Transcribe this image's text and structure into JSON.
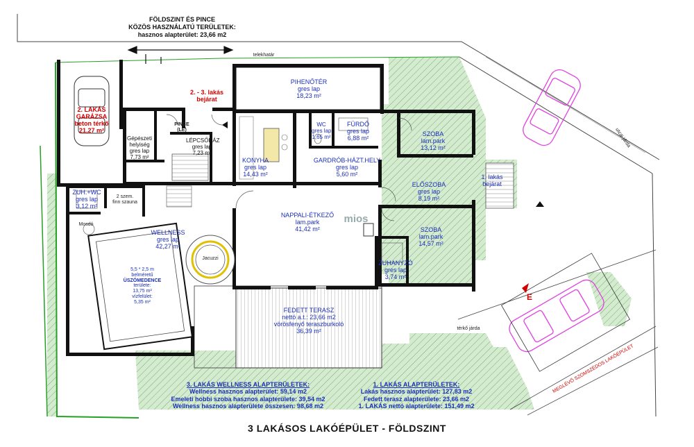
{
  "header": {
    "line1": "FÖLDSZINT ÉS PINCE",
    "line2": "KÖZÖS HASZNÁLATÚ TERÜLETEK:",
    "line3": "hasznos alapterület: 23,66 m2"
  },
  "misc": {
    "telekhatar": "telekhatár",
    "terko_jarda": "térkő járda",
    "utcai_jarda": "utcai járda",
    "neighbour": "MEGLÉVŐ SZOMSZÉDOS LAKÓÉPÜLET",
    "watermark": "mios",
    "entrance_e": "E"
  },
  "rooms": {
    "garazs": [
      "2. LAKÁS",
      "GARÁZSA",
      "beton térkő",
      "21,27 m²"
    ],
    "entrance23": [
      "2. - 3. lakás",
      "bejárat"
    ],
    "pihenoter": [
      "PIHENŐTÉR",
      "gres lap",
      "18,23 m²"
    ],
    "pince": [
      "PINCE",
      "(LE)"
    ],
    "gepeszeti": [
      "Gépészeti",
      "helyiség",
      "gres lap",
      "7,73 m²"
    ],
    "lepcsohaz": [
      "LÉPCSŐHÁZ",
      "gres lap",
      "7,23 m²"
    ],
    "konyha": [
      "KONYHA",
      "gres lap",
      "14,43 m²"
    ],
    "wc": [
      "WC",
      "gres lap",
      "1,65 m²"
    ],
    "furdo": [
      "FÜRDŐ",
      "gres lap",
      "6,88 m²"
    ],
    "szoba1": [
      "SZOBA",
      "lam.park",
      "13,12 m²"
    ],
    "gardrob": [
      "GARDRÓB-HÁZT.HELY",
      "gres lap",
      "5,60 m²"
    ],
    "eloszoba": [
      "ELŐSZOBA",
      "gres lap",
      "8,19 m²"
    ],
    "entrance1": [
      "1. lakás",
      "bejárat"
    ],
    "zuh_wc": [
      "ZUH.+WC",
      "gres lap",
      "3,12 m²"
    ],
    "szauna": [
      "2 szem.",
      "finn szauna"
    ],
    "mosdo": [
      "Mosdó"
    ],
    "wellness": [
      "WELLNESS",
      "gres lap",
      "42,27 m²"
    ],
    "jacuzzi": [
      "Jacuzzi"
    ],
    "nappali": [
      "NAPPALI-ÉTKEZŐ",
      "lam.park",
      "41,42 m²"
    ],
    "szoba2": [
      "SZOBA",
      "lam.park",
      "14,57 m²"
    ],
    "zuhanyzo": [
      "ZUHANYZÓ",
      "gres lap",
      "3,74 m²"
    ],
    "medence": [
      "5,5 * 2,5 m",
      "belméretű",
      "ÜSZÓMEDENCE",
      "területe:",
      "13,75 m²",
      "vízfelület:",
      "5,35 m²"
    ],
    "terasz": [
      "FEDETT TERASZ",
      "nettó a.t.: 23,66 m2",
      "vörösfenyő teraszburkoló",
      "36,39 m²"
    ]
  },
  "areas_left": {
    "heading": "3. LAKÁS WELLNESS ALAPTERÜLETEK:",
    "lines": [
      "Wellness hasznos alapterület: 59,14 m2",
      "Emeleti hobbi szoba hasznos alapterülete: 39,54 m2",
      "Wellness hasznos alapterülete összesen: 98,68 m2"
    ]
  },
  "areas_right": {
    "heading": "1. LAKÁS ALAPTERÜLETEK:",
    "lines": [
      "Lakás hasznos alapterület: 127,83 m2",
      "Fedett terasz alapterülete: 23,66 m2",
      "1. LAKÁS nettó alapterülete: 151,49 m2"
    ]
  },
  "title": "3 LAKÁSOS LAKÓÉPÜLET - FÖLDSZINT",
  "colors": {
    "wall": "#111111",
    "lawn": "#cfe8c9",
    "hatch": "#5aa05a",
    "property_line": "#25a025",
    "car": "#e040e0",
    "room_text": "#1b2fb8",
    "red_text": "#d40000"
  }
}
